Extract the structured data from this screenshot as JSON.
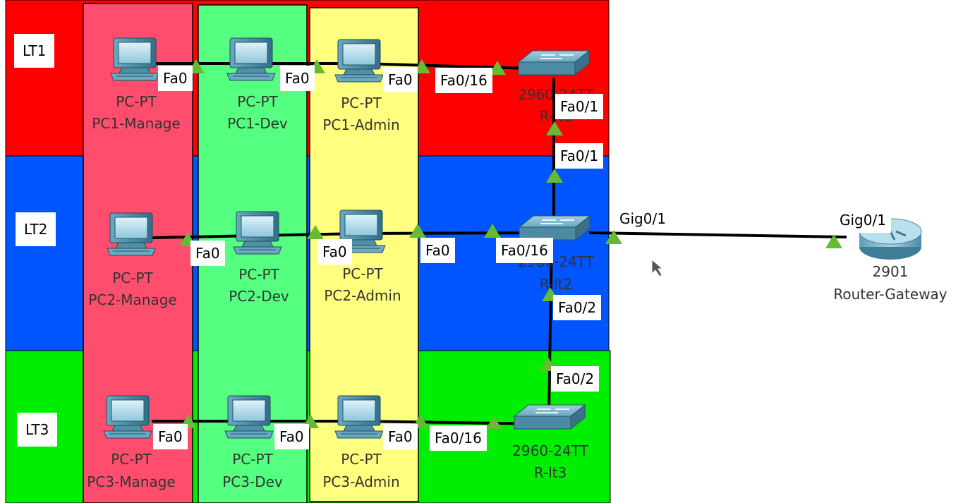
{
  "colors": {
    "lt1": "#ff0000",
    "lt2": "#0055ff",
    "lt3": "#00ee00",
    "manage": "#ff4d6d",
    "dev": "#55ff7f",
    "admin": "#ffff7f",
    "link": "#000000",
    "port_up": "#66bb33"
  },
  "rows": [
    {
      "label": "LT1"
    },
    {
      "label": "LT2"
    },
    {
      "label": "LT3"
    }
  ],
  "pcs": [
    {
      "model": "PC-PT",
      "name": "PC1-Manage",
      "icon": "pc-icon"
    },
    {
      "model": "PC-PT",
      "name": "PC1-Dev",
      "icon": "pc-icon"
    },
    {
      "model": "PC-PT",
      "name": "PC1-Admin",
      "icon": "pc-icon"
    },
    {
      "model": "PC-PT",
      "name": "PC2-Manage",
      "icon": "pc-icon"
    },
    {
      "model": "PC-PT",
      "name": "PC2-Dev",
      "icon": "pc-icon"
    },
    {
      "model": "PC-PT",
      "name": "PC2-Admin",
      "icon": "pc-icon"
    },
    {
      "model": "PC-PT",
      "name": "PC3-Manage",
      "icon": "pc-icon"
    },
    {
      "model": "PC-PT",
      "name": "PC3-Dev",
      "icon": "pc-icon"
    },
    {
      "model": "PC-PT",
      "name": "PC3-Admin",
      "icon": "pc-icon"
    }
  ],
  "switches": [
    {
      "model": "2960-24TT",
      "name": "R-lt1",
      "icon": "switch-icon"
    },
    {
      "model": "2960-24TT",
      "name": "R-lt2",
      "icon": "switch-icon"
    },
    {
      "model": "2960-24TT",
      "name": "R-lt3",
      "icon": "switch-icon"
    }
  ],
  "router": {
    "model": "2901",
    "name": "Router-Gateway",
    "icon": "router-icon"
  },
  "port_labels": {
    "r1_pc1": "Fa0",
    "r1_pc2": "Fa0",
    "r1_pc3": "Fa0",
    "r1_sw": "Fa0/16",
    "sw1_down": "Fa0/1",
    "sw2_up": "Fa0/1",
    "r2_pc1": "Fa0",
    "r2_pc2": "Fa0",
    "r2_pc3": "Fa0",
    "r2_sw": "Fa0/16",
    "sw2_down": "Fa0/2",
    "sw3_up": "Fa0/2",
    "r3_pc1": "Fa0",
    "r3_pc2": "Fa0",
    "r3_pc3": "Fa0",
    "r3_sw": "Fa0/16",
    "sw2_gig": "Gig0/1",
    "router_gig": "Gig0/1"
  }
}
